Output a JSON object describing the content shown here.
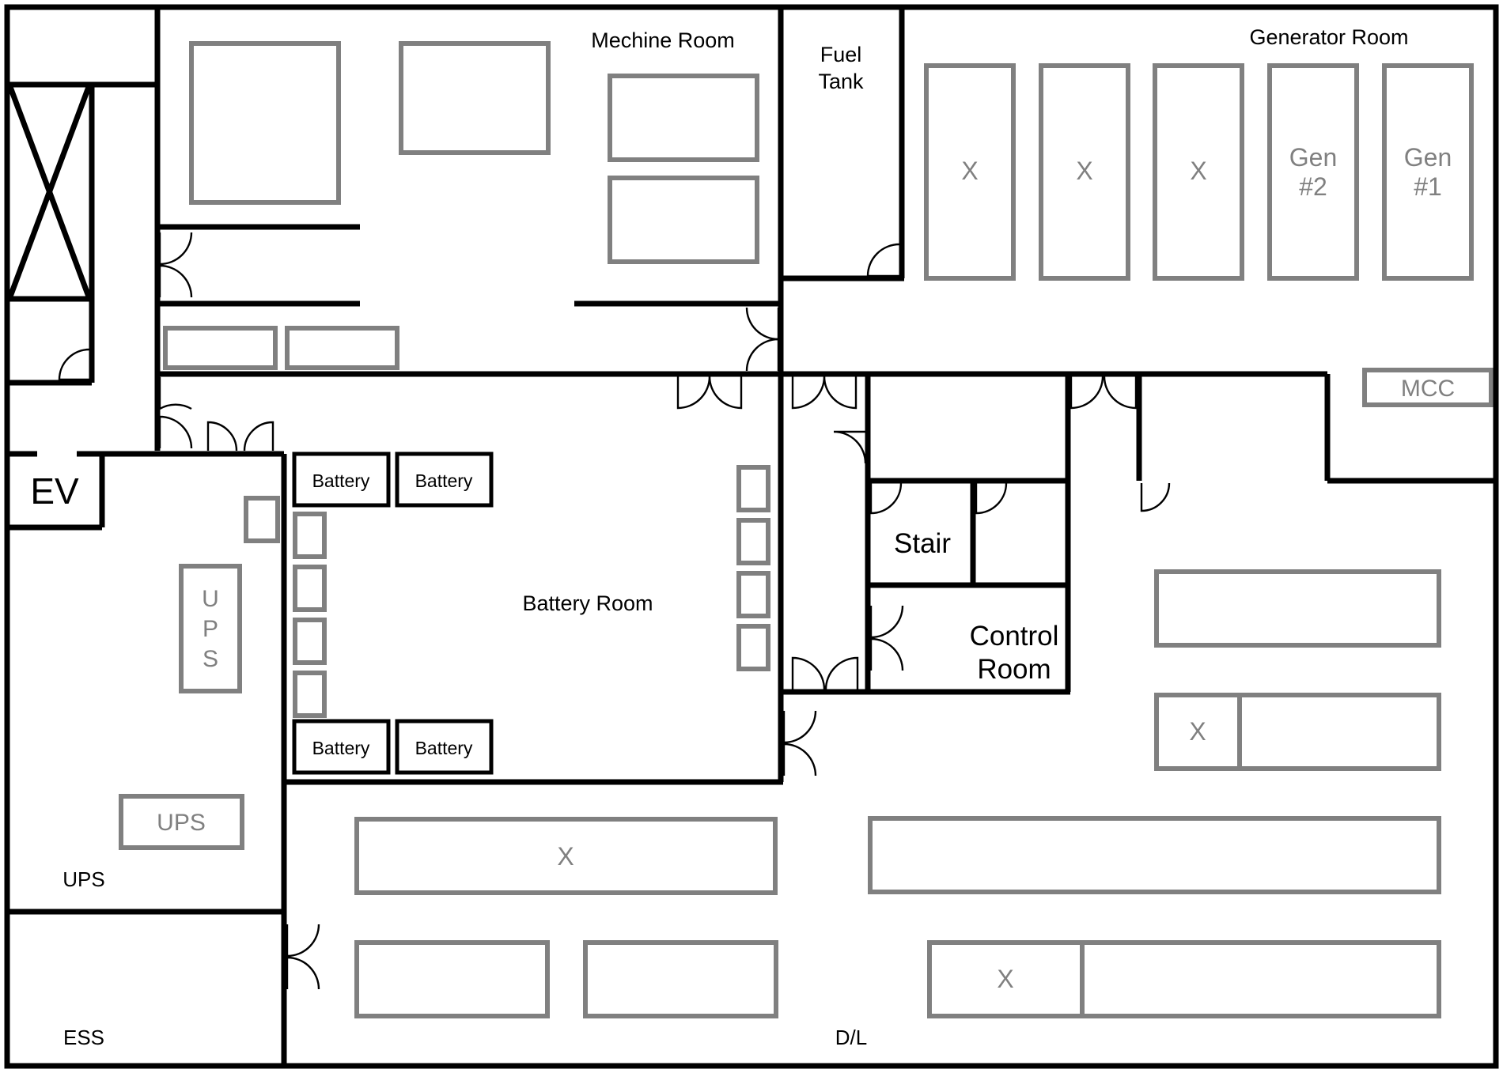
{
  "colors": {
    "wall": "#000000",
    "equipment": "#808080",
    "background": "#ffffff"
  },
  "rooms": {
    "machine": "Mechine Room",
    "fuel_line1": "Fuel",
    "fuel_line2": "Tank",
    "generator": "Generator Room",
    "battery": "Battery Room",
    "stair": "Stair",
    "control_line1": "Control",
    "control_line2": "Room",
    "ev": "EV",
    "ups": "UPS",
    "ess": "ESS",
    "dl": "D/L"
  },
  "equipment": {
    "x_mark": "X",
    "gen2_line1": "Gen",
    "gen2_line2": "#2",
    "gen1_line1": "Gen",
    "gen1_line2": "#1",
    "mcc": "MCC",
    "battery": "Battery",
    "ups_vertical": [
      "U",
      "P",
      "S"
    ],
    "ups_horizontal": "UPS"
  },
  "icons": {
    "door": "door-swing-icon",
    "shaft": "shaft-cross-icon"
  }
}
